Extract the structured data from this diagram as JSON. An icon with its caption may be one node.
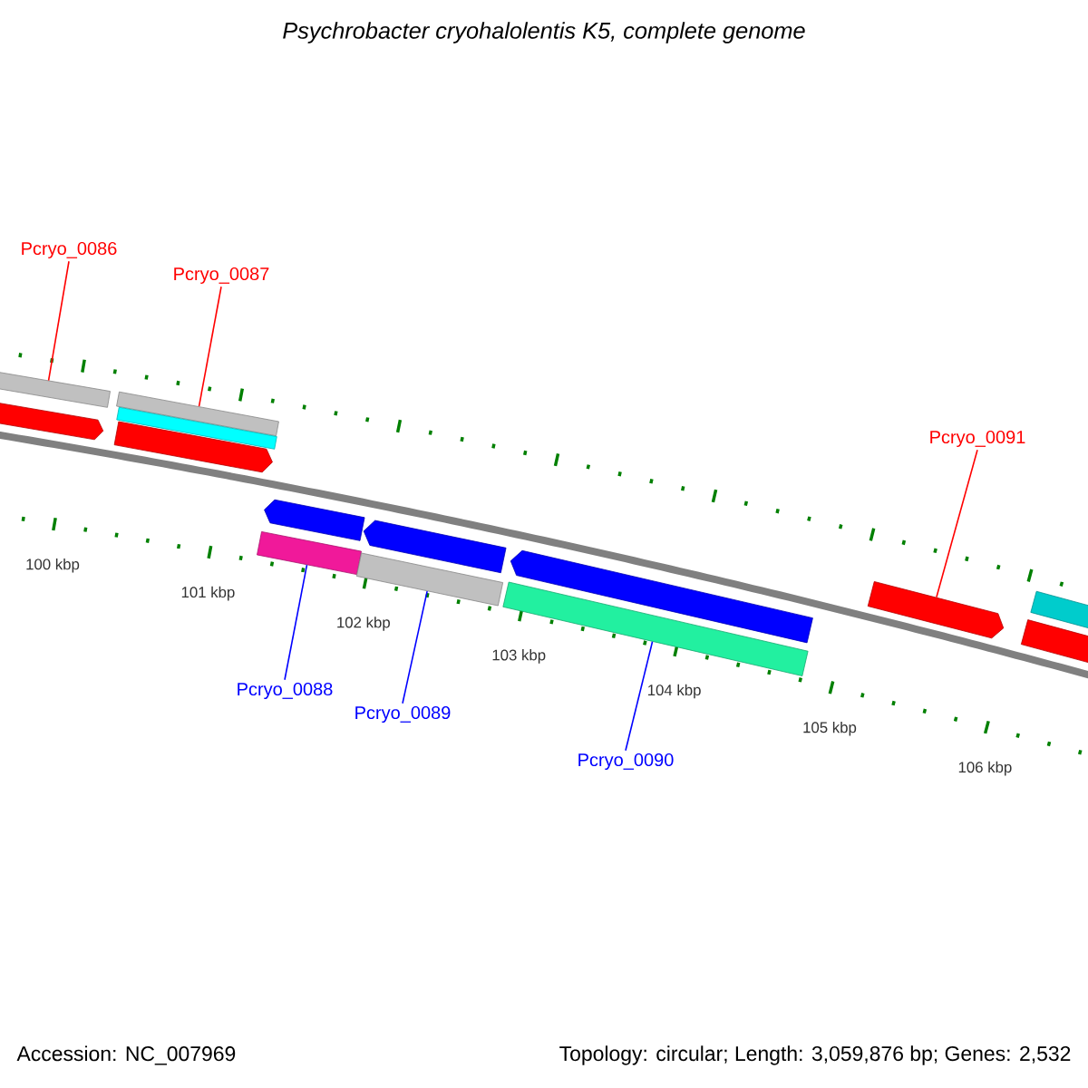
{
  "diagram": {
    "title": "Psychrobacter cryohalolentis K5, complete genome",
    "nodes": [
      {
        "text": [
          "Pcryo_0086"
        ]
      },
      {
        "text": [
          "Pcryo_0087"
        ]
      },
      {
        "text": [
          "Pcryo_0091"
        ]
      },
      {
        "text": [],
        "shape": "bar"
      },
      {
        "text": [],
        "shape": "arrow"
      },
      {
        "text": [],
        "shape": "bar"
      },
      {
        "text": [],
        "shape": "bar"
      },
      {
        "text": [],
        "shape": "arrow"
      },
      {
        "text": [],
        "shape": "arrow"
      },
      {
        "text": [],
        "shape": "arrow"
      },
      {
        "text": [],
        "shape": "bar"
      },
      {
        "text": [],
        "shape": "bar"
      },
      {
        "text": [],
        "shape": "arrow"
      },
      {
        "text": [],
        "shape": "bar"
      },
      {
        "text": [],
        "shape": "arrow"
      },
      {
        "text": [],
        "shape": "bar"
      },
      {
        "text": [],
        "shape": "bar"
      },
      {
        "text": [
          "Pcryo_0088"
        ]
      },
      {
        "text": [
          "Pcryo_0089"
        ]
      },
      {
        "text": [
          "Pcryo_0090"
        ]
      }
    ],
    "edges": [
      {
        "from": 0,
        "to": 3,
        "arrow": "none",
        "color": "#ff0000"
      },
      {
        "from": 1,
        "to": 5,
        "arrow": "none",
        "color": "#ff0000"
      },
      {
        "from": 2,
        "to": 14,
        "arrow": "none",
        "color": "#ff0000"
      },
      {
        "from": 17,
        "to": 10,
        "arrow": "none",
        "color": "#0000ff"
      },
      {
        "from": 18,
        "to": 11,
        "arrow": "none",
        "color": "#0000ff"
      },
      {
        "from": 19,
        "to": 13,
        "arrow": "none",
        "color": "#0000ff"
      }
    ],
    "labels": [
      "100 kbp",
      "101 kbp",
      "102 kbp",
      "103 kbp",
      "104 kbp",
      "105 kbp",
      "106 kbp",
      "Accession: NC_007969",
      "Topology: circular; Length: 3,059,876 bp; Genes: 2,532"
    ]
  }
}
